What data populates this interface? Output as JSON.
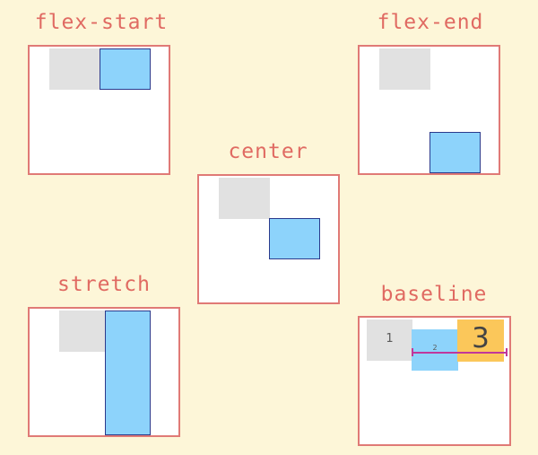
{
  "labels": {
    "flex_start": "flex-start",
    "flex_end": "flex-end",
    "center": "center",
    "stretch": "stretch",
    "baseline": "baseline"
  },
  "baseline_items": {
    "item1": "1",
    "item2": "2",
    "item3": "3"
  },
  "colors": {
    "background": "#fdf6d8",
    "label": "#e06a62",
    "frame_border": "#e07a76",
    "gray_item": "#e1e1e1",
    "blue_item": "#8dd3fb",
    "blue_border": "#2b3a8c",
    "gold_item": "#fbc75a",
    "baseline_marker": "#c0379b"
  }
}
